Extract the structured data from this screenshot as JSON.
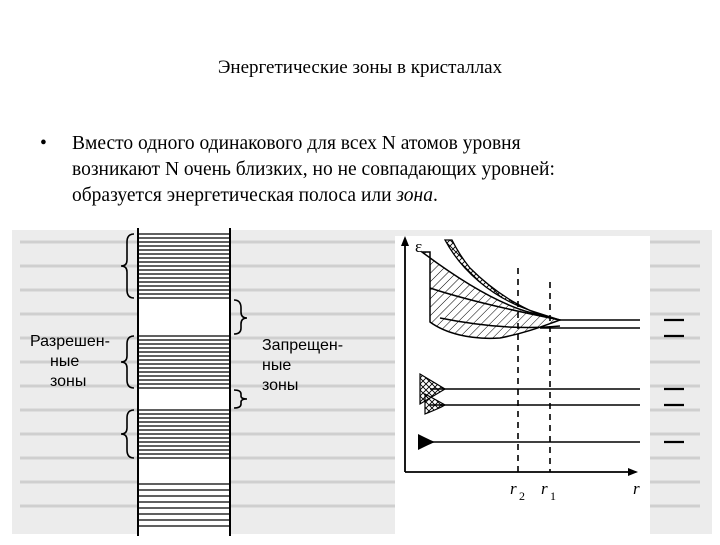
{
  "slide": {
    "title": "Энергетические зоны в кристаллах",
    "bullet_marker": "•",
    "bullet_lines": [
      "Вместо одного одинакового для всех N атомов уровня",
      "возникают N очень близких, но не совпадающих уровней:",
      "образуется энергетическая полоса или "
    ],
    "bullet_italic": "зона",
    "bullet_end": "."
  },
  "figure": {
    "left_label_allowed": [
      "Разрешен-",
      "ные",
      "зоны"
    ],
    "right_label_forbidden": [
      "Запрещен-",
      "ные",
      "зоны"
    ],
    "axis_y_label": "ε",
    "axis_x_label": "r",
    "tick_r2": "r",
    "tick_r2_sub": "2",
    "tick_r1": "r",
    "tick_r1_sub": "1"
  }
}
